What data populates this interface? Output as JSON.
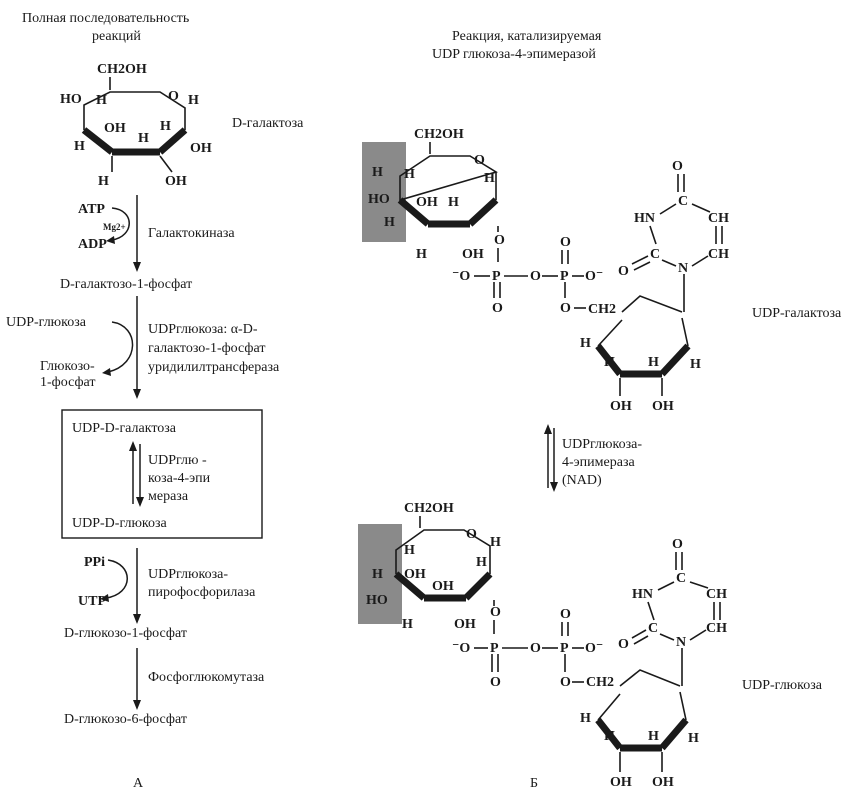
{
  "panel_a": {
    "header": [
      "Полная последовательность",
      "реакций"
    ],
    "sugar_label": "D-галактоза",
    "galactose_atoms": {
      "ch2oh": "CH2OH",
      "o": "O",
      "ho1": "HO",
      "h1": "H",
      "h2": "H",
      "oh1": "OH",
      "h3": "H",
      "oh2": "OH",
      "h4": "H",
      "h5": "H",
      "oh3": "OH",
      "h6": "H",
      "oh4": "OH"
    },
    "step1": {
      "in": "ATP",
      "cofactor": "Mg2+",
      "out": "ADP",
      "enzyme": "Галактокиназа"
    },
    "product1": "D-галактозо-1-фосфат",
    "step2": {
      "in": "UDP-глюкоза",
      "out": [
        "Глюкозо-",
        "1-фосфат"
      ],
      "enzyme": [
        "UDPглюкоза: α-D-",
        "галактозо-1-фосфат",
        "уридилилтрансфераза"
      ]
    },
    "box": {
      "top": "UDP-D-галактоза",
      "enzyme": [
        "UDPглю -",
        "коза-4-эпи",
        "мераза"
      ],
      "bottom": "UDP-D-глюкоза"
    },
    "step3": {
      "in": "PPi",
      "out": "UTP",
      "enzyme": [
        "UDPглюкоза-",
        "пирофосфорилаза"
      ]
    },
    "product3": "D-глюкозо-1-фосфат",
    "step4": {
      "enzyme": "Фосфоглюкомутаза"
    },
    "product4": "D-глюкозо-6-фосфат",
    "panel_label": "A"
  },
  "panel_b": {
    "header": [
      "Реакция, катализируемая",
      "UDP глюкоза-4-эпимеразой"
    ],
    "top_label": "UDP-галактоза",
    "enzyme": [
      "UDPглюкоза-",
      "4-эпимераза",
      "(NAD)"
    ],
    "bottom_label": "UDP-глюкоза",
    "panel_label": "Б",
    "highlight_color": "#8a8a8a",
    "atoms": {
      "ch2oh": "CH2OH",
      "o": "O",
      "ho": "HO",
      "h": "H",
      "oh": "OH",
      "p": "P",
      "ominus": "⁻O",
      "oneg": "O⁻",
      "ch2": "CH2",
      "nh": "HN",
      "c": "C",
      "ch": "CH",
      "n": "N",
      "uo": "O"
    }
  }
}
